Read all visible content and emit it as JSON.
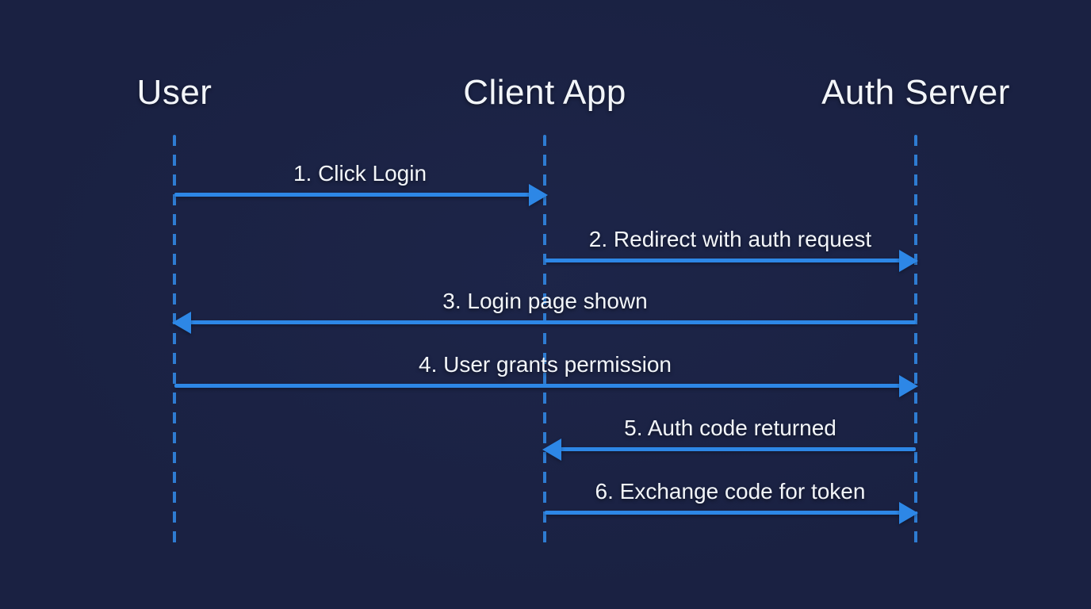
{
  "diagram": {
    "type": "sequence",
    "actors": [
      {
        "id": "user",
        "label": "User"
      },
      {
        "id": "client_app",
        "label": "Client App"
      },
      {
        "id": "auth_server",
        "label": "Auth Server"
      }
    ],
    "messages": [
      {
        "num": 1,
        "label": "1. Click Login",
        "from": "user",
        "to": "client_app"
      },
      {
        "num": 2,
        "label": "2. Redirect with auth request",
        "from": "client_app",
        "to": "auth_server"
      },
      {
        "num": 3,
        "label": "3. Login page shown",
        "from": "auth_server",
        "to": "user"
      },
      {
        "num": 4,
        "label": "4. User grants permission",
        "from": "user",
        "to": "auth_server"
      },
      {
        "num": 5,
        "label": "5. Auth code returned",
        "from": "auth_server",
        "to": "client_app"
      },
      {
        "num": 6,
        "label": "6. Exchange code for token",
        "from": "client_app",
        "to": "auth_server"
      }
    ]
  },
  "colors": {
    "background": "#1a2142",
    "arrow": "#2d87e6",
    "lifeline": "#2e7cd2",
    "text": "#f2f5f9"
  }
}
